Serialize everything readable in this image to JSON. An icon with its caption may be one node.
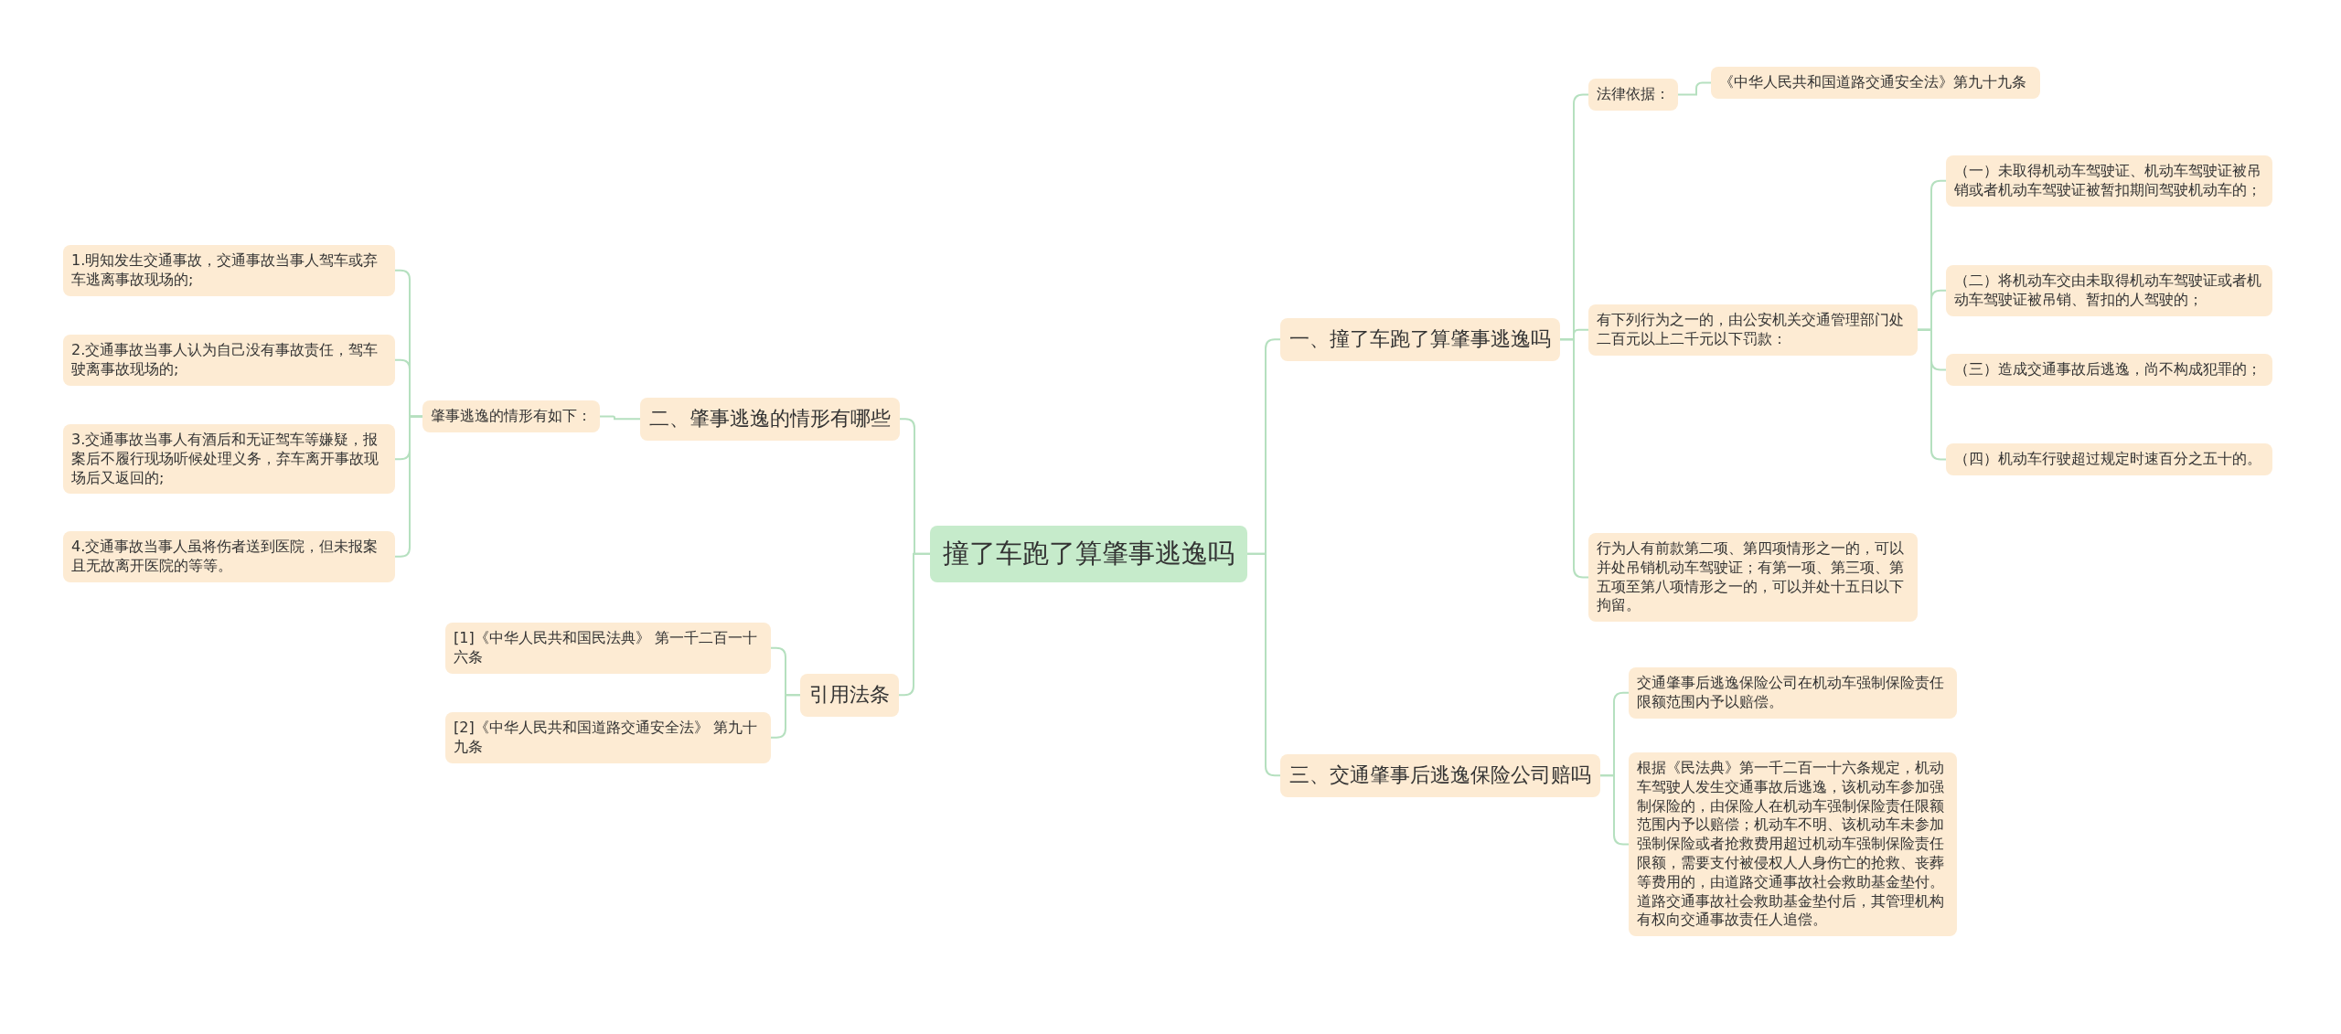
{
  "diagram": {
    "nodes": [
      {
        "text": [
          "撞了车跑了算肇事逃逸吗"
        ]
      },
      {
        "text": [
          "一、撞了车跑了算肇事逃逸吗"
        ]
      },
      {
        "text": [
          "法律依据："
        ]
      },
      {
        "text": [
          "《中华人民共和国道路交通安全法》第九十九条"
        ]
      },
      {
        "text": [
          "有下列行为之一的，由公安机关交通管理部门处二百元以上二千元以下罚款："
        ]
      },
      {
        "text": [
          "（一）未取得机动车驾驶证、机动车驾驶证被吊销或者机动车驾驶证被暂扣期间驾驶机动车的；"
        ]
      },
      {
        "text": [
          "（二）将机动车交由未取得机动车驾驶证或者机动车驾驶证被吊销、暂扣的人驾驶的；"
        ]
      },
      {
        "text": [
          "（三）造成交通事故后逃逸，尚不构成犯罪的；"
        ]
      },
      {
        "text": [
          "（四）机动车行驶超过规定时速百分之五十的。"
        ]
      },
      {
        "text": [
          "行为人有前款第二项、第四项情形之一的，可以并处吊销机动车驾驶证；有第一项、第三项、第五项至第八项情形之一的，可以并处十五日以下拘留。"
        ]
      },
      {
        "text": [
          "三、交通肇事后逃逸保险公司赔吗"
        ]
      },
      {
        "text": [
          "交通肇事后逃逸保险公司在机动车强制保险责任限额范围内予以赔偿。"
        ]
      },
      {
        "text": [
          "根据《民法典》第一千二百一十六条规定，机动车驾驶人发生交通事故后逃逸，该机动车参加强制保险的，由保险人在机动车强制保险责任限额范围内予以赔偿；机动车不明、该机动车未参加强制保险或者抢救费用超过机动车强制保险责任限额，需要支付被侵权人人身伤亡的抢救、丧葬等费用的，由道路交通事故社会救助基金垫付。道路交通事故社会救助基金垫付后，其管理机构有权向交通事故责任人追偿。"
        ]
      },
      {
        "text": [
          "二、肇事逃逸的情形有哪些"
        ]
      },
      {
        "text": [
          "肇事逃逸的情形有如下："
        ]
      },
      {
        "text": [
          "1.明知发生交通事故，交通事故当事人驾车或弃车逃离事故现场的;"
        ]
      },
      {
        "text": [
          "2.交通事故当事人认为自己没有事故责任，驾车驶离事故现场的;"
        ]
      },
      {
        "text": [
          "3.交通事故当事人有酒后和无证驾车等嫌疑，报案后不履行现场听候处理义务，弃车离开事故现场后又返回的;"
        ]
      },
      {
        "text": [
          "4.交通事故当事人虽将伤者送到医院，但未报案且无故离开医院的等等。"
        ]
      },
      {
        "text": [
          "引用法条"
        ]
      },
      {
        "text": [
          "[1]《中华人民共和国民法典》 第一千二百一十六条"
        ]
      },
      {
        "text": [
          "[2]《中华人民共和国道路交通安全法》 第九十九条"
        ]
      }
    ],
    "edges": [
      {
        "from": 0,
        "to": 1,
        "arrow": "none"
      },
      {
        "from": 1,
        "to": 2,
        "arrow": "none"
      },
      {
        "from": 2,
        "to": 3,
        "arrow": "none"
      },
      {
        "from": 1,
        "to": 4,
        "arrow": "none"
      },
      {
        "from": 4,
        "to": 5,
        "arrow": "none"
      },
      {
        "from": 4,
        "to": 6,
        "arrow": "none"
      },
      {
        "from": 4,
        "to": 7,
        "arrow": "none"
      },
      {
        "from": 4,
        "to": 8,
        "arrow": "none"
      },
      {
        "from": 1,
        "to": 9,
        "arrow": "none"
      },
      {
        "from": 0,
        "to": 10,
        "arrow": "none"
      },
      {
        "from": 10,
        "to": 11,
        "arrow": "none"
      },
      {
        "from": 10,
        "to": 12,
        "arrow": "none"
      },
      {
        "from": 0,
        "to": 13,
        "arrow": "none"
      },
      {
        "from": 13,
        "to": 14,
        "arrow": "none"
      },
      {
        "from": 14,
        "to": 15,
        "arrow": "none"
      },
      {
        "from": 14,
        "to": 16,
        "arrow": "none"
      },
      {
        "from": 14,
        "to": 17,
        "arrow": "none"
      },
      {
        "from": 14,
        "to": 18,
        "arrow": "none"
      },
      {
        "from": 0,
        "to": 19,
        "arrow": "none"
      },
      {
        "from": 19,
        "to": 20,
        "arrow": "none"
      },
      {
        "from": 19,
        "to": 21,
        "arrow": "none"
      }
    ]
  }
}
